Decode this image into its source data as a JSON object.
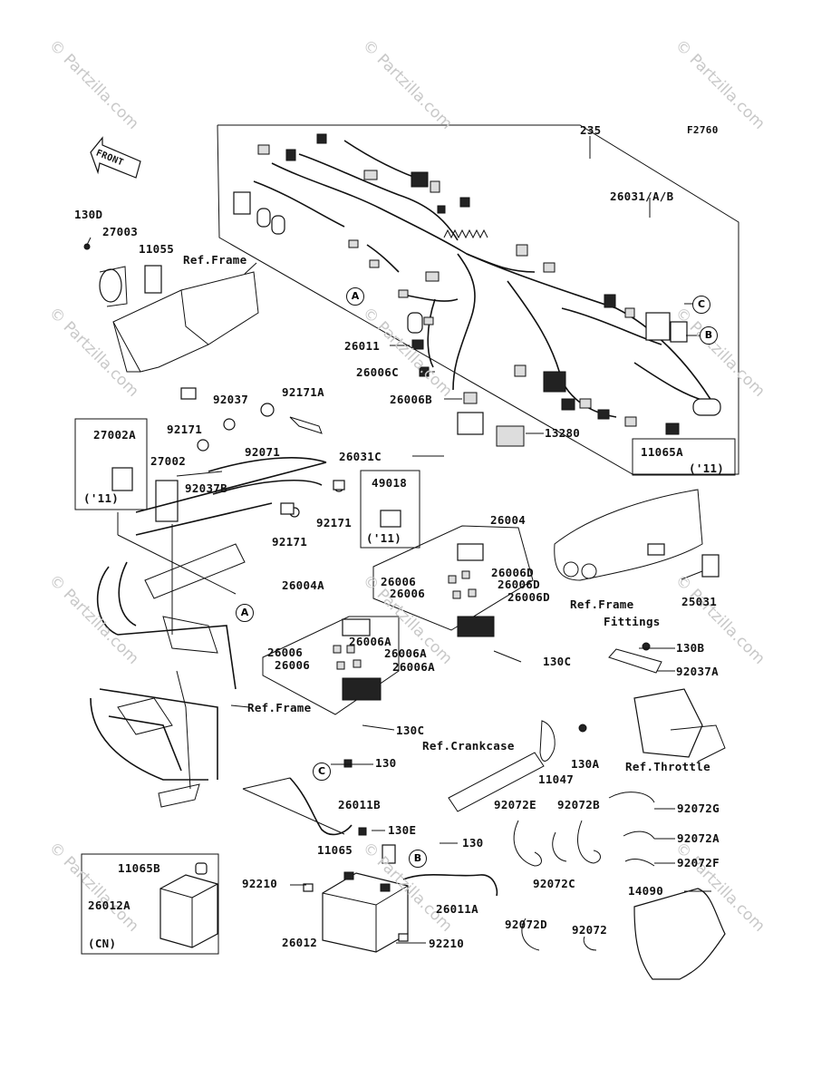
{
  "diagram_code": "F2760",
  "front_label": "FRONT",
  "watermark": "© Partzilla.com",
  "part_labels": {
    "p235": "235",
    "p26031": "26031/A/B",
    "p130D": "130D",
    "p27003": "27003",
    "p11055": "11055",
    "ref_frame_top": "Ref.Frame",
    "p26011": "26011",
    "p26006C": "26006C",
    "p26006B": "26006B",
    "p13280": "13280",
    "p11065A": "11065A",
    "p11_a": "('11)",
    "p92037": "92037",
    "p92171A": "92171A",
    "p92171_1": "92171",
    "p92071": "92071",
    "p27002A": "27002A",
    "p11_b": "('11)",
    "p27002": "27002",
    "p92037B": "92037B",
    "p26031C": "26031C",
    "p49018": "49018",
    "p11_c": "('11)",
    "p92171_2": "92171",
    "p92171_3": "92171",
    "p26004": "26004",
    "p26006_1": "26006",
    "p26006D_1": "26006D",
    "p26006D_2": "26006D",
    "p26006_2": "26006",
    "p26006D_3": "26006D",
    "ref_frame_fittings_1": "Ref.Frame",
    "ref_frame_fittings_2": "Fittings",
    "p25031": "25031",
    "p26004A": "26004A",
    "p26006A_1": "26006A",
    "p26006_3": "26006",
    "p26006A_2": "26006A",
    "p26006_4": "26006",
    "p26006A_3": "26006A",
    "p130C_1": "130C",
    "p130B": "130B",
    "p92037A": "92037A",
    "ref_frame_mid": "Ref.Frame",
    "p130C_2": "130C",
    "ref_crankcase": "Ref.Crankcase",
    "p130A": "130A",
    "p11047": "11047",
    "ref_throttle": "Ref.Throttle",
    "p130_1": "130",
    "p26011B": "26011B",
    "p130E": "130E",
    "p11065": "11065",
    "p130_2": "130",
    "p92072E": "92072E",
    "p92072B": "92072B",
    "p92072G": "92072G",
    "p92072A": "92072A",
    "p92072F": "92072F",
    "p11065B": "11065B",
    "p26012A": "26012A",
    "p92210_1": "92210",
    "p92072C": "92072C",
    "p26011A": "26011A",
    "p14090": "14090",
    "p92072D": "92072D",
    "p92072": "92072",
    "cn": "(CN)",
    "p26012": "26012",
    "p92210_2": "92210"
  },
  "circle_refs": {
    "a1": "A",
    "c1": "C",
    "b1": "B",
    "a2": "A",
    "c2": "C",
    "b2": "B"
  }
}
